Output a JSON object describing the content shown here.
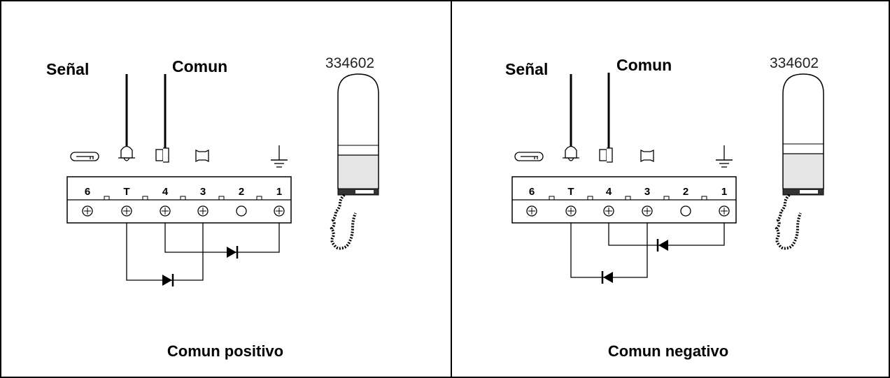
{
  "panels": [
    {
      "label_signal": "Señal",
      "label_common": "Comun",
      "model": "334602",
      "caption": "Comun positivo",
      "terminals": [
        "6",
        "T",
        "4",
        "3",
        "2",
        "1"
      ],
      "diode_direction": "right"
    },
    {
      "label_signal": "Señal",
      "label_common": "Comun",
      "model": "334602",
      "caption": "Comun negativo",
      "terminals": [
        "6",
        "T",
        "4",
        "3",
        "2",
        "1"
      ],
      "diode_direction": "left"
    }
  ],
  "icons": [
    "key-icon",
    "bell-icon",
    "handset-icon",
    "speaker-icon",
    "ground-icon",
    "screw-icon",
    "diode-icon"
  ]
}
